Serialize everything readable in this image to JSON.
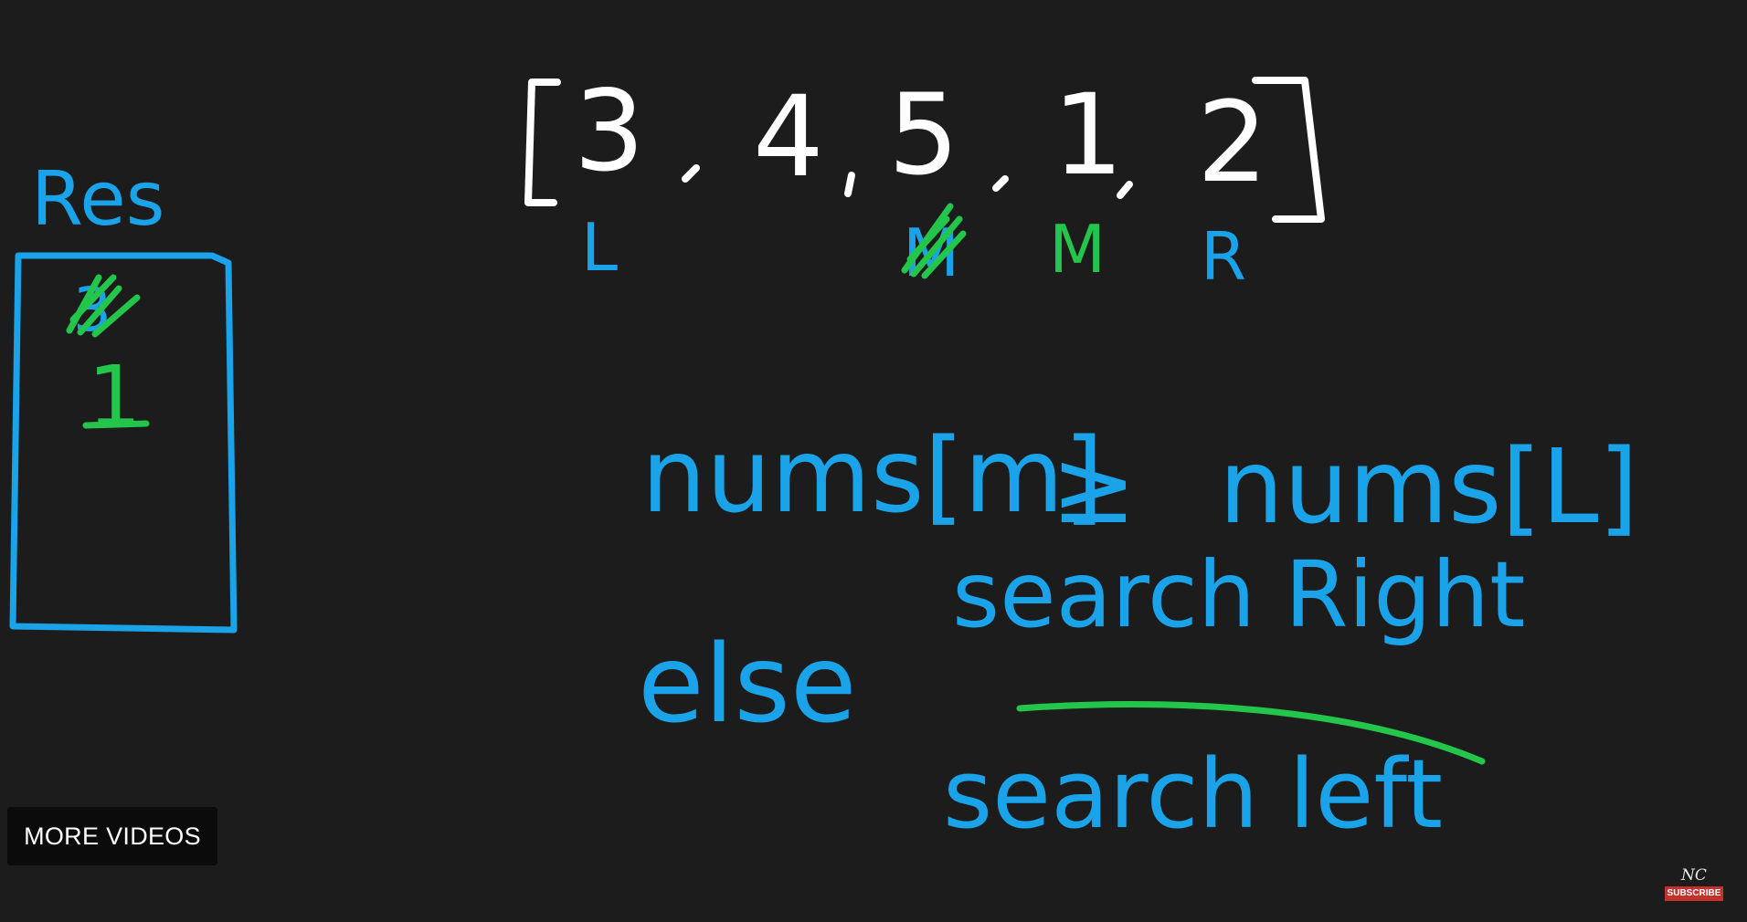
{
  "whiteboard": {
    "array": {
      "values": [
        "3",
        "4",
        "5",
        "1",
        "2"
      ]
    },
    "pointers": {
      "left": "L",
      "mid_crossed": "M",
      "mid": "M",
      "right": "R"
    },
    "result": {
      "label": "Res",
      "crossed_value": "3",
      "value": "1"
    },
    "condition": {
      "lhs": "nums[m]",
      "operator": "≥",
      "rhs": "nums[L]"
    },
    "branches": {
      "if_action": "search Right",
      "else_keyword": "else",
      "else_action": "search left"
    }
  },
  "player": {
    "more_videos_label": "MORE VIDEOS",
    "watermark_logo": "NC",
    "watermark_label": "SUBSCRIBE"
  },
  "colors": {
    "background": "#1c1c1c",
    "ink_white": "#ffffff",
    "ink_blue": "#1aa3e8",
    "ink_green": "#23c54a"
  }
}
